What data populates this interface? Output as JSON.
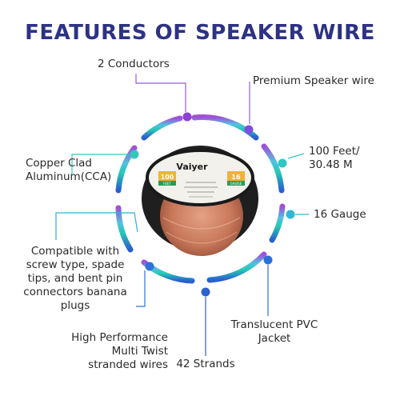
{
  "title": "FEATURES OF SPEAKER WIRE",
  "features": {
    "conductors": "2 Conductors",
    "premium": "Premium Speaker wire",
    "copper_line1": "Copper Clad",
    "copper_line2": "Aluminum(CCA)",
    "length_line1": "100 Feet/",
    "length_line2": "30.48 M",
    "gauge": "16 Gauge",
    "compat_line1": "Compatible with",
    "compat_line2": "screw type, spade",
    "compat_line3": "tips, and bent pin",
    "compat_line4": "connectors banana",
    "compat_line5": "plugs",
    "perf_line1": "High Performance",
    "perf_line2": "Multi Twist",
    "perf_line3": "stranded wires",
    "strands": "42 Strands",
    "jacket_line1": "Translucent PVC",
    "jacket_line2": "Jacket"
  },
  "spool": {
    "brand": "Vaiyer",
    "badge_left": "100",
    "badge_left_sub": "FEET",
    "badge_right": "16",
    "badge_right_sub": "GAUGE"
  },
  "colors": {
    "title": "#2d3284",
    "ring_purple": "#8d3fd6",
    "ring_teal": "#26c7b5",
    "ring_blue": "#2a6fd8",
    "wire_copper": "#c9785a"
  }
}
